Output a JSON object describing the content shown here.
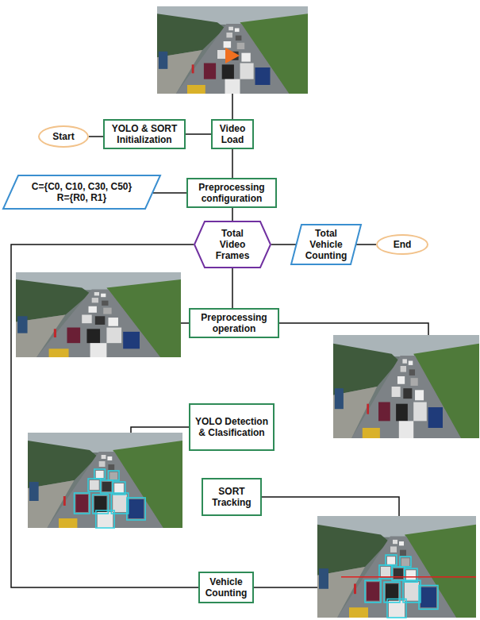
{
  "diagram": {
    "nodes": [
      {
        "text": [
          "Start"
        ]
      },
      {
        "text": [
          "YOLO & SORT Initialization"
        ]
      },
      {
        "text": [
          "Video Load"
        ]
      },
      {
        "text": [
          "C={C0, C10, C30, C50}",
          "R={R0, R1}"
        ]
      },
      {
        "text": [
          "Preprocessing configuration"
        ]
      },
      {
        "text": [
          "Total Video Frames"
        ]
      },
      {
        "text": [
          "Total Vehicle Counting"
        ]
      },
      {
        "text": [
          "End"
        ]
      },
      {
        "text": [
          "Preprocessing operation"
        ]
      },
      {
        "text": [
          "YOLO Detection & Clasification"
        ]
      },
      {
        "text": [
          "SORT Tracking"
        ]
      },
      {
        "text": [
          "Vehicle Counting"
        ]
      }
    ],
    "edges": [
      {
        "from": 0,
        "to": 1,
        "arrow": "none"
      },
      {
        "from": 1,
        "to": 2,
        "arrow": "none"
      },
      {
        "from": 2,
        "to": 4,
        "arrow": "none"
      },
      {
        "from": 3,
        "to": 4,
        "arrow": "none"
      },
      {
        "from": 4,
        "to": 5,
        "arrow": "none"
      },
      {
        "from": 5,
        "to": 6,
        "arrow": "none"
      },
      {
        "from": 6,
        "to": 7,
        "arrow": "none"
      },
      {
        "from": 5,
        "to": 8,
        "arrow": "none"
      },
      {
        "from": 11,
        "to": 5,
        "arrow": "none"
      }
    ]
  }
}
